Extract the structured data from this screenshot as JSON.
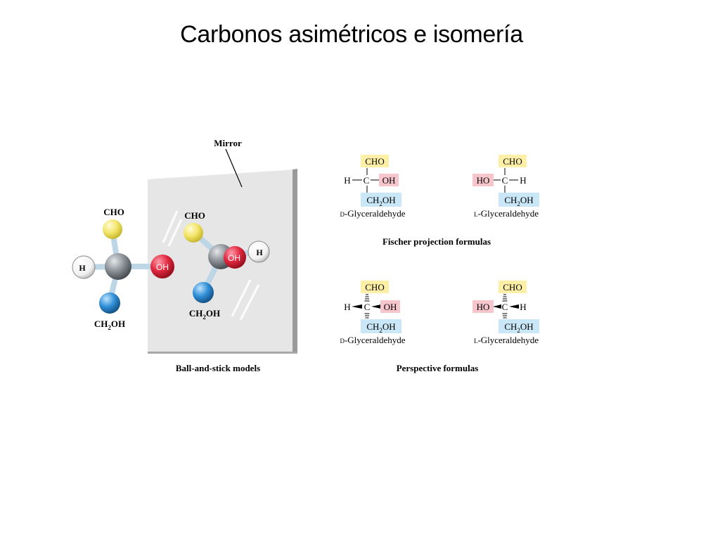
{
  "slide": {
    "title": "Carbonos asimétricos e isomería"
  },
  "ball_and_stick": {
    "mirror_label": "Mirror",
    "caption": "Ball-and-stick models",
    "left_model": {
      "top": "CHO",
      "left": "H",
      "right": "OH",
      "bottom_main": "CH",
      "bottom_sub": "2",
      "bottom_tail": "OH"
    },
    "right_model": {
      "top": "CHO",
      "front": "OH",
      "right": "H",
      "bottom_main": "CH",
      "bottom_sub": "2",
      "bottom_tail": "OH"
    }
  },
  "fischer": {
    "caption": "Fischer projection formulas",
    "d": {
      "top": "CHO",
      "center": "C",
      "left": "H",
      "right": "OH",
      "bottom_main": "CH",
      "bottom_sub": "2",
      "bottom_tail": "OH",
      "prefix": "D",
      "name": "-Glyceraldehyde"
    },
    "l": {
      "top": "CHO",
      "center": "C",
      "left": "HO",
      "right": "H",
      "bottom_main": "CH",
      "bottom_sub": "2",
      "bottom_tail": "OH",
      "prefix": "L",
      "name": "-Glyceraldehyde"
    }
  },
  "perspective": {
    "caption": "Perspective formulas",
    "d": {
      "top": "CHO",
      "center": "C",
      "left": "H",
      "right": "OH",
      "bottom_main": "CH",
      "bottom_sub": "2",
      "bottom_tail": "OH",
      "prefix": "D",
      "name": "-Glyceraldehyde"
    },
    "l": {
      "top": "CHO",
      "center": "C",
      "left": "HO",
      "right": "H",
      "bottom_main": "CH",
      "bottom_sub": "2",
      "bottom_tail": "OH",
      "prefix": "L",
      "name": "-Glyceraldehyde"
    }
  },
  "colors": {
    "cho_box": "#fdf0a6",
    "oh_box": "#f6c6cc",
    "ch2oh_box": "#c9e7f6",
    "mirror_fill": "#e6e6e6",
    "yellow_ball": "#f3e56a",
    "red_ball": "#e0283f",
    "blue_ball": "#2f8fd6",
    "gray_ball": "#8a9096",
    "stick": "#bcd6e6"
  }
}
